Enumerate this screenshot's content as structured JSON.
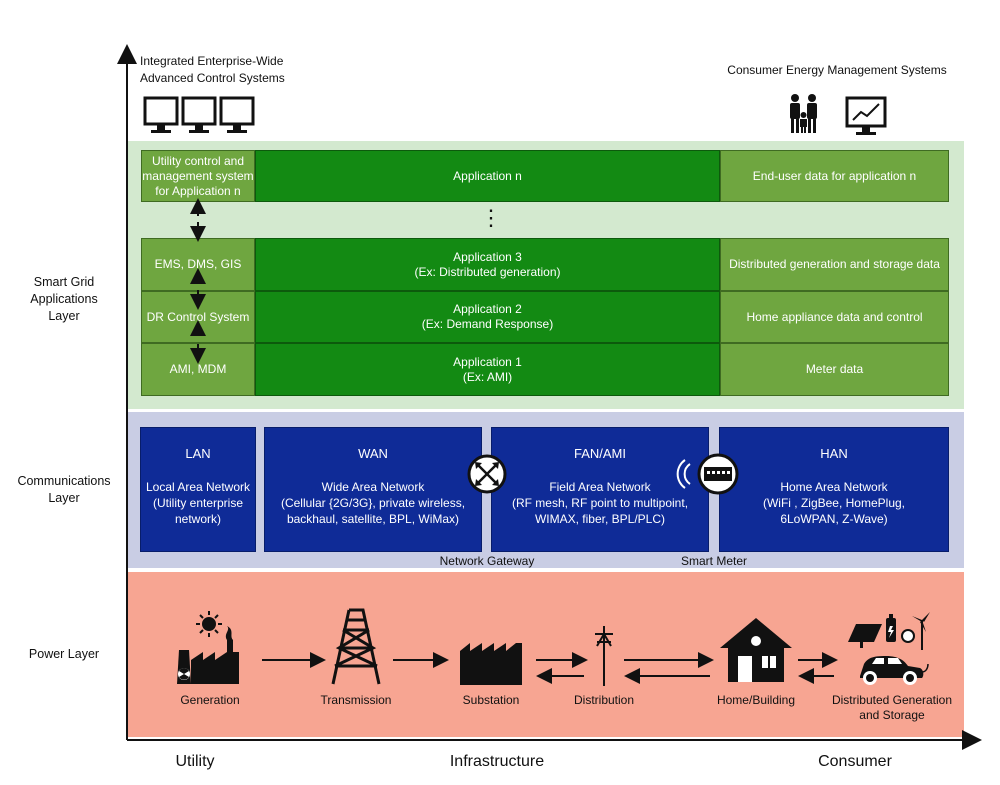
{
  "top": {
    "left_title": "Integrated Enterprise-Wide\nAdvanced Control Systems",
    "right_title": "Consumer Energy Management Systems"
  },
  "layers": {
    "applications": "Smart Grid\nApplications\nLayer",
    "communications": "Communications\nLayer",
    "power": "Power Layer"
  },
  "applications": {
    "rows": [
      {
        "system": "Utility control and\nmanagement system\nfor Application n",
        "application": "Application n",
        "consumer": "End-user data for application n"
      },
      {
        "system": "EMS, DMS, GIS",
        "application": "Application 3\n(Ex: Distributed generation)",
        "consumer": "Distributed generation and storage data"
      },
      {
        "system": "DR Control System",
        "application": "Application 2\n(Ex: Demand Response)",
        "consumer": "Home appliance data and control"
      },
      {
        "system": "AMI, MDM",
        "application": "Application 1\n(Ex: AMI)",
        "consumer": "Meter data"
      }
    ],
    "ellipsis": "⋮"
  },
  "networks": [
    {
      "title": "LAN",
      "desc": "Local Area Network\n(Utility enterprise\nnetwork)"
    },
    {
      "title": "WAN",
      "desc": "Wide Area Network\n(Cellular {2G/3G}, private wireless,\nbackhaul, satellite, BPL, WiMax)"
    },
    {
      "title": "FAN/AMI",
      "desc": "Field Area Network\n(RF mesh, RF point to multipoint,\nWIMAX, fiber, BPL/PLC)"
    },
    {
      "title": "HAN",
      "desc": "Home Area Network\n(WiFi , ZigBee, HomePlug,\n6LoWPAN, Z-Wave)"
    }
  ],
  "devices": {
    "gateway": "Network Gateway",
    "meter": "Smart Meter"
  },
  "power": {
    "nodes": [
      {
        "label": "Generation",
        "icon": "power-plant-icon"
      },
      {
        "label": "Transmission",
        "icon": "transmission-tower-icon"
      },
      {
        "label": "Substation",
        "icon": "substation-icon"
      },
      {
        "label": "Distribution",
        "icon": "utility-pole-icon"
      },
      {
        "label": "Home/Building",
        "icon": "house-icon"
      },
      {
        "label": "Distributed Generation\nand Storage",
        "icon": "solar-wind-ev-icon"
      }
    ]
  },
  "axis": {
    "x_labels": [
      "Utility",
      "Infrastructure",
      "Consumer"
    ]
  },
  "colors": {
    "apps_band": "#d3e9cf",
    "comm_band": "#c9cde4",
    "power_band": "#f7a592",
    "app_light": "#6fa640",
    "app_dark": "#138a13",
    "network_blue": "#0f2b97"
  }
}
